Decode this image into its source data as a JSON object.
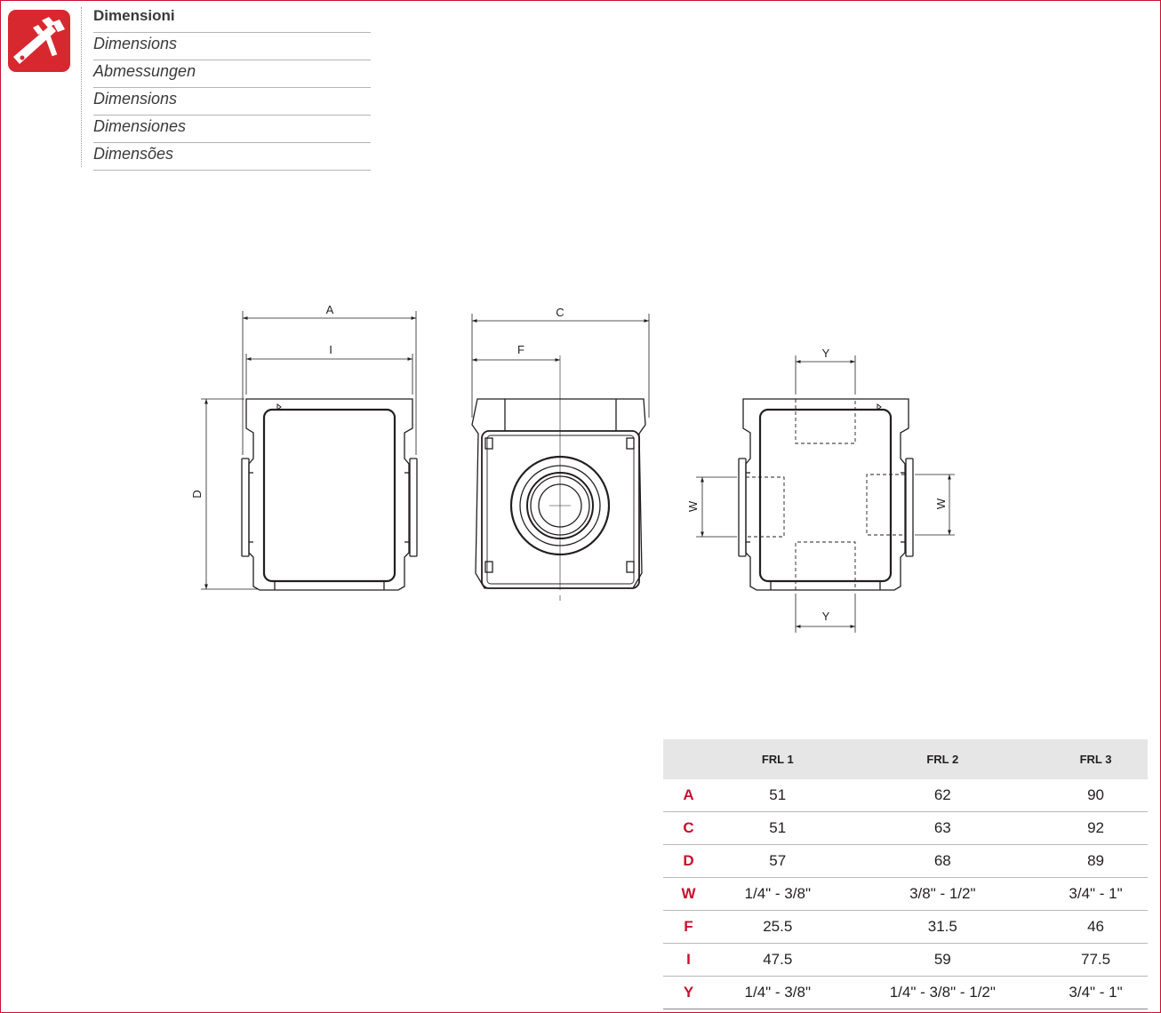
{
  "header": {
    "titles": [
      "Dimensioni",
      "Dimensions",
      "Abmessungen",
      "Dimensions",
      "Dimensiones",
      "Dimensões"
    ]
  },
  "drawing": {
    "labels": {
      "a": "A",
      "i": "I",
      "d": "D",
      "c": "C",
      "f": "F",
      "y_top": "Y",
      "y_bottom": "Y",
      "w_left": "W",
      "w_right": "W"
    }
  },
  "table": {
    "columns": [
      "",
      "FRL 1",
      "FRL 2",
      "FRL 3"
    ],
    "rows": [
      {
        "label": "A",
        "values": [
          "51",
          "62",
          "90"
        ]
      },
      {
        "label": "C",
        "values": [
          "51",
          "63",
          "92"
        ]
      },
      {
        "label": "D",
        "values": [
          "57",
          "68",
          "89"
        ]
      },
      {
        "label": "W",
        "values": [
          "1/4\" - 3/8\"",
          "3/8\" - 1/2\"",
          "3/4\" - 1\""
        ]
      },
      {
        "label": "F",
        "values": [
          "25.5",
          "31.5",
          "46"
        ]
      },
      {
        "label": "I",
        "values": [
          "47.5",
          "59",
          "77.5"
        ]
      },
      {
        "label": "Y",
        "values": [
          "1/4\" - 3/8\"",
          "1/4\" - 3/8\" - 1/2\"",
          "3/4\" - 1\""
        ]
      }
    ]
  },
  "colors": {
    "accent": "#c8102e",
    "logo_bg": "#d7282f",
    "table_header_bg": "#e6e6e6"
  }
}
